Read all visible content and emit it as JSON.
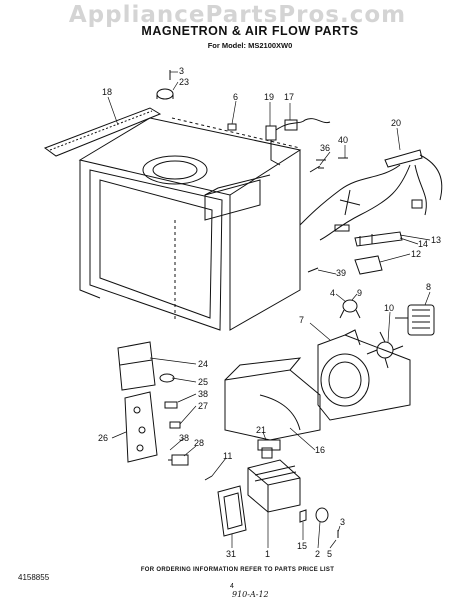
{
  "watermark": "AppliancePartsPros.com",
  "title": "MAGNETRON & AIR FLOW PARTS",
  "subtitle": "For Model: MS2100XW0",
  "footer_note": "FOR ORDERING INFORMATION REFER TO PARTS PRICE LIST",
  "page_number": "4",
  "part_number": "4158855",
  "handwritten": "910-A-12",
  "callouts": [
    {
      "id": "c3a",
      "text": "3"
    },
    {
      "id": "c23",
      "text": "23"
    },
    {
      "id": "c18",
      "text": "18"
    },
    {
      "id": "c6",
      "text": "6"
    },
    {
      "id": "c19",
      "text": "19"
    },
    {
      "id": "c17",
      "text": "17"
    },
    {
      "id": "c20",
      "text": "20"
    },
    {
      "id": "c36",
      "text": "36"
    },
    {
      "id": "c40",
      "text": "40"
    },
    {
      "id": "c13",
      "text": "13"
    },
    {
      "id": "c14",
      "text": "14"
    },
    {
      "id": "c12",
      "text": "12"
    },
    {
      "id": "c39",
      "text": "39"
    },
    {
      "id": "c4",
      "text": "4"
    },
    {
      "id": "c9",
      "text": "9"
    },
    {
      "id": "c8",
      "text": "8"
    },
    {
      "id": "c7",
      "text": "7"
    },
    {
      "id": "c10",
      "text": "10"
    },
    {
      "id": "c24",
      "text": "24"
    },
    {
      "id": "c25",
      "text": "25"
    },
    {
      "id": "c38a",
      "text": "38"
    },
    {
      "id": "c27",
      "text": "27"
    },
    {
      "id": "c26",
      "text": "26"
    },
    {
      "id": "c38b",
      "text": "38"
    },
    {
      "id": "c28",
      "text": "28"
    },
    {
      "id": "c21",
      "text": "21"
    },
    {
      "id": "c16",
      "text": "16"
    },
    {
      "id": "c11",
      "text": "11"
    },
    {
      "id": "c31",
      "text": "31"
    },
    {
      "id": "c1",
      "text": "1"
    },
    {
      "id": "c15",
      "text": "15"
    },
    {
      "id": "c2",
      "text": "2"
    },
    {
      "id": "c5",
      "text": "5"
    },
    {
      "id": "c3b",
      "text": "3"
    }
  ]
}
